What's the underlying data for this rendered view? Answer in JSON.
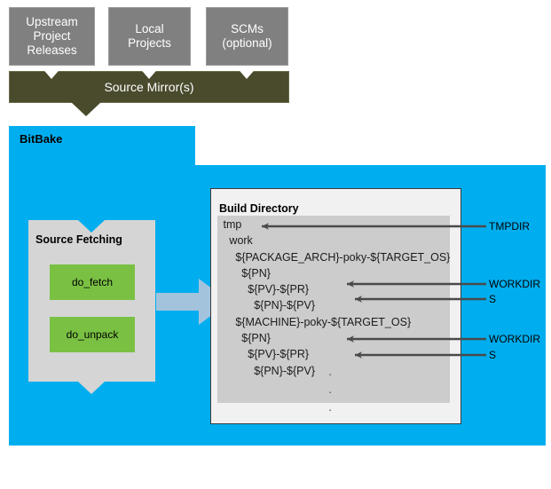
{
  "diagram": {
    "title": "BitBake Source Fetching and Build Directory layout",
    "colors": {
      "bitbake_blue": "#00aeef",
      "source_box_gray": "#808080",
      "mirror_olive": "#4a4b2d",
      "task_green": "#7ac143",
      "panel_gray": "#d5d5d5",
      "tree_gray": "#cccccc",
      "flow_arrow_blue": "#a3c3dd",
      "annotation_arrow": "#4a4a4a"
    }
  },
  "sources": [
    {
      "label": "Upstream\nProject\nReleases"
    },
    {
      "label": "Local\nProjects"
    },
    {
      "label": "SCMs\n(optional)"
    }
  ],
  "mirror": {
    "label": "Source Mirror(s)"
  },
  "bitbake": {
    "label": "BitBake"
  },
  "source_fetching": {
    "title": "Source Fetching",
    "tasks": [
      {
        "label": "do_fetch"
      },
      {
        "label": "do_unpack"
      }
    ]
  },
  "build_directory": {
    "title": "Build Directory",
    "tree": [
      {
        "text": "tmp",
        "indent": 0
      },
      {
        "text": "work",
        "indent": 1
      },
      {
        "text": "${PACKAGE_ARCH}-poky-${TARGET_OS}",
        "indent": 2
      },
      {
        "text": "${PN}",
        "indent": 3
      },
      {
        "text": "${PV}-${PR}",
        "indent": 4
      },
      {
        "text": "${PN}-${PV}",
        "indent": 5
      },
      {
        "text": "${MACHINE}-poky-${TARGET_OS}",
        "indent": 2
      },
      {
        "text": "${PN}",
        "indent": 3
      },
      {
        "text": "${PV}-${PR}",
        "indent": 4
      },
      {
        "text": "${PN}-${PV}",
        "indent": 5
      }
    ],
    "ellipsis": "·\n·\n·"
  },
  "annotations": [
    {
      "label": "TMPDIR",
      "target": "tmp"
    },
    {
      "label": "WORKDIR",
      "target": "${PV}-${PR}"
    },
    {
      "label": "S",
      "target": "${PN}-${PV}"
    },
    {
      "label": "WORKDIR",
      "target": "${PV}-${PR}"
    },
    {
      "label": "S",
      "target": "${PN}-${PV}"
    }
  ]
}
